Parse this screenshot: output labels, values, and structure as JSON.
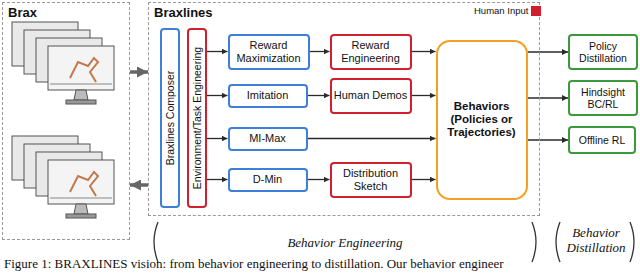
{
  "diagram": {
    "caption": "Figure 1: BRAXLINES vision: from behavior engineering to distillation. Our behavior engineer",
    "nodes": [
      {
        "text": [
          "Brax"
        ]
      },
      {
        "text": [
          "Braxlines"
        ]
      },
      {
        "text": [
          "Braxlines Composer"
        ],
        "in": 1
      },
      {
        "text": [
          "Environment/Task Engineering"
        ],
        "in": 1
      },
      {
        "text": [
          "Reward Maximization"
        ],
        "in": 1
      },
      {
        "text": [
          "Reward Engineering"
        ],
        "in": 1
      },
      {
        "text": [
          "Imitation"
        ],
        "in": 1
      },
      {
        "text": [
          "Human Demos"
        ],
        "in": 1
      },
      {
        "text": [
          "MI-Max"
        ],
        "in": 1
      },
      {
        "text": [
          "D-Min"
        ],
        "in": 1
      },
      {
        "text": [
          "Distribution Sketch"
        ],
        "in": 1
      },
      {
        "text": [
          "Behaviors (Policies or Trajectories)"
        ],
        "in": 1
      },
      {
        "text": [
          "Policy Distillation"
        ]
      },
      {
        "text": [
          "Hindsight BC/RL"
        ]
      },
      {
        "text": [
          "Offline RL"
        ]
      }
    ],
    "edges": [
      {
        "from": 0,
        "to": 1,
        "arrow": "to"
      },
      {
        "from": 1,
        "to": 0,
        "arrow": "to"
      },
      {
        "from": 3,
        "to": 4,
        "arrow": "to"
      },
      {
        "from": 3,
        "to": 6,
        "arrow": "to"
      },
      {
        "from": 3,
        "to": 8,
        "arrow": "to"
      },
      {
        "from": 3,
        "to": 9,
        "arrow": "to"
      },
      {
        "from": 4,
        "to": 5,
        "arrow": "to"
      },
      {
        "from": 6,
        "to": 7,
        "arrow": "to"
      },
      {
        "from": 9,
        "to": 10,
        "arrow": "to"
      },
      {
        "from": 5,
        "to": 11,
        "arrow": "to"
      },
      {
        "from": 7,
        "to": 11,
        "arrow": "to"
      },
      {
        "from": 8,
        "to": 11,
        "arrow": "to"
      },
      {
        "from": 10,
        "to": 11,
        "arrow": "to"
      },
      {
        "from": 11,
        "to": 12,
        "arrow": "to"
      },
      {
        "from": 11,
        "to": 13,
        "arrow": "to"
      },
      {
        "from": 11,
        "to": 14,
        "arrow": "to"
      }
    ],
    "labels": [
      "Behavior Engineering",
      "Behavior Distillation"
    ],
    "legend": [
      {
        "text": "Human Input",
        "color": "#d0202e"
      }
    ]
  }
}
